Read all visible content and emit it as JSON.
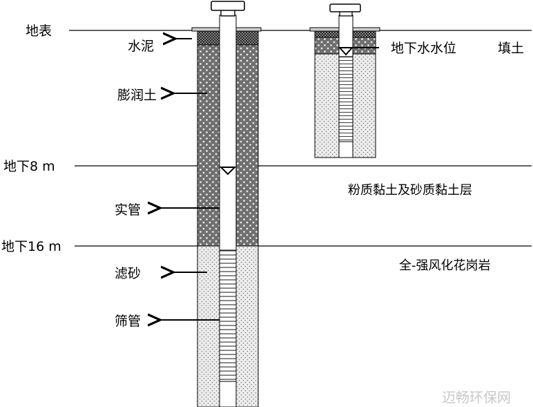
{
  "depth_labels": {
    "surface": "地表",
    "depth_8m": "地下8 m",
    "depth_16m": "地下16 m"
  },
  "well_labels": {
    "cement": "水泥",
    "bentonite": "膨润土",
    "solid_pipe": "实管",
    "filter_sand": "滤砂",
    "screen_pipe": "筛管"
  },
  "small_well_labels": {
    "groundwater_level": "地下水水位",
    "fill": "填土"
  },
  "strata_labels": {
    "clay_layer": "粉质黏土及砂质黏土层",
    "granite_layer": "全-强风化花岗岩"
  },
  "watermark": "迈畅环保网"
}
